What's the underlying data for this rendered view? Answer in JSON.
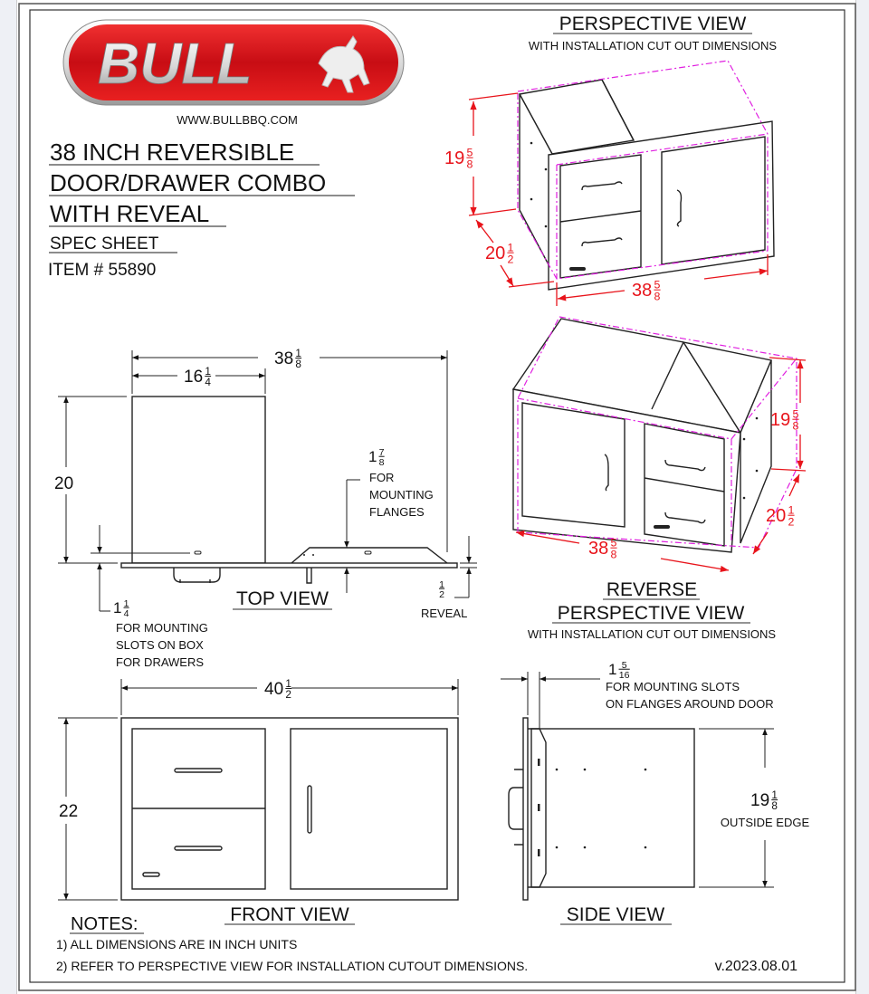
{
  "brand": {
    "logo_text": "BULL",
    "url": "WWW.BULLBBQ.COM",
    "color": "#d0121b"
  },
  "title": {
    "lines": [
      "38 INCH REVERSIBLE",
      "DOOR/DRAWER COMBO",
      "WITH REVEAL"
    ],
    "subtitle": "SPEC SHEET",
    "item": "ITEM # 55890"
  },
  "perspective": {
    "title": "PERSPECTIVE VIEW",
    "subtitle": "WITH INSTALLATION CUT OUT DIMENSIONS"
  },
  "reverse_perspective": {
    "title1": "REVERSE",
    "title2": "PERSPECTIVE VIEW",
    "subtitle": "WITH  INSTALLATION CUT OUT DIMENSIONS"
  },
  "dims": {
    "cut_height": {
      "whole": "19",
      "num": "5",
      "den": "8"
    },
    "cut_depth": {
      "whole": "20",
      "num": "1",
      "den": "2"
    },
    "cut_width": {
      "whole": "38",
      "num": "5",
      "den": "8"
    },
    "top_width": {
      "whole": "38",
      "num": "1",
      "den": "8"
    },
    "drawer_width": {
      "whole": "16",
      "num": "1",
      "den": "4"
    },
    "depth": {
      "whole": "20",
      "num": "",
      "den": ""
    },
    "flange_mount": {
      "whole": "1",
      "num": "7",
      "den": "8"
    },
    "box_slot": {
      "whole": "1",
      "num": "1",
      "den": "4"
    },
    "reveal": {
      "whole": "",
      "num": "1",
      "den": "2"
    },
    "front_width": {
      "whole": "40",
      "num": "1",
      "den": "2"
    },
    "front_height": {
      "whole": "22",
      "num": "",
      "den": ""
    },
    "door_slot": {
      "whole": "1",
      "num": "5",
      "den": "16"
    },
    "outside_edge": {
      "whole": "19",
      "num": "1",
      "den": "8"
    }
  },
  "top_view": {
    "title": "TOP VIEW",
    "flange_note": [
      "FOR",
      "MOUNTING",
      "FLANGES"
    ],
    "slot_note": [
      "FOR MOUNTING",
      "SLOTS ON BOX",
      "FOR DRAWERS"
    ],
    "reveal_label": "REVEAL"
  },
  "front_view": {
    "title": "FRONT VIEW"
  },
  "side_view": {
    "title": "SIDE VIEW",
    "slot_note": [
      "FOR MOUNTING SLOTS",
      "ON FLANGES AROUND DOOR"
    ],
    "edge_label": "OUTSIDE EDGE"
  },
  "notes": {
    "title": "NOTES:",
    "items": [
      "1)  ALL DIMENSIONS ARE IN INCH UNITS",
      "2)  REFER TO PERSPECTIVE VIEW FOR INSTALLATION CUTOUT DIMENSIONS."
    ]
  },
  "version": "v.2023.08.01",
  "colors": {
    "dimension": "#e8141b",
    "cutout": "#e020e0"
  }
}
